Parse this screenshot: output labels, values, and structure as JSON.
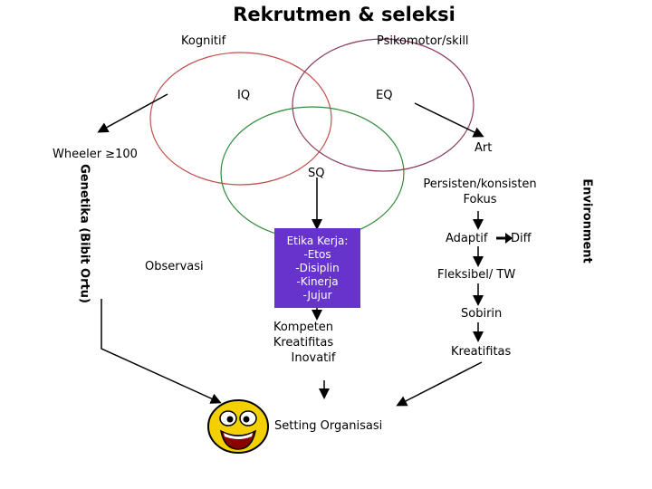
{
  "title": "Rekrutmen & seleksi",
  "labels": {
    "kognitif": "Kognitif",
    "psikomotor": "Psikomotor/skill",
    "iq": "IQ",
    "eq": "EQ",
    "sq": "SQ",
    "wheeler": "Wheeler ≥100",
    "art": "Art",
    "genetika": "Genetika (Bibit Ortu)",
    "environment": "Environment",
    "observasi": "Observasi",
    "persisten": "Persisten/konsisten",
    "fokus": "Fokus",
    "adaptif": "Adaptif",
    "diff": "Diff",
    "fleksibel": "Fleksibel/ TW",
    "sobirin": "Sobirin",
    "kreatifitas_right": "Kreatifitas",
    "setting": "Setting Organisasi"
  },
  "etika_box": [
    "Etika Kerja:",
    "-Etos",
    "-Disiplin",
    "-Kinerja",
    "-Jujur"
  ],
  "center_stack": [
    "Kompeten",
    "Kreatifitas",
    "Inovatif"
  ],
  "colors": {
    "iq_circle": "#c0504d",
    "eq_circle": "#8b3a62",
    "sq_circle": "#2e8b3a",
    "etika_box": "#6633cc",
    "smiley_face": "#f5d000"
  },
  "icons": {
    "smiley": "smiley-face-icon",
    "adaptif_arrow": "arrow-right-icon"
  }
}
